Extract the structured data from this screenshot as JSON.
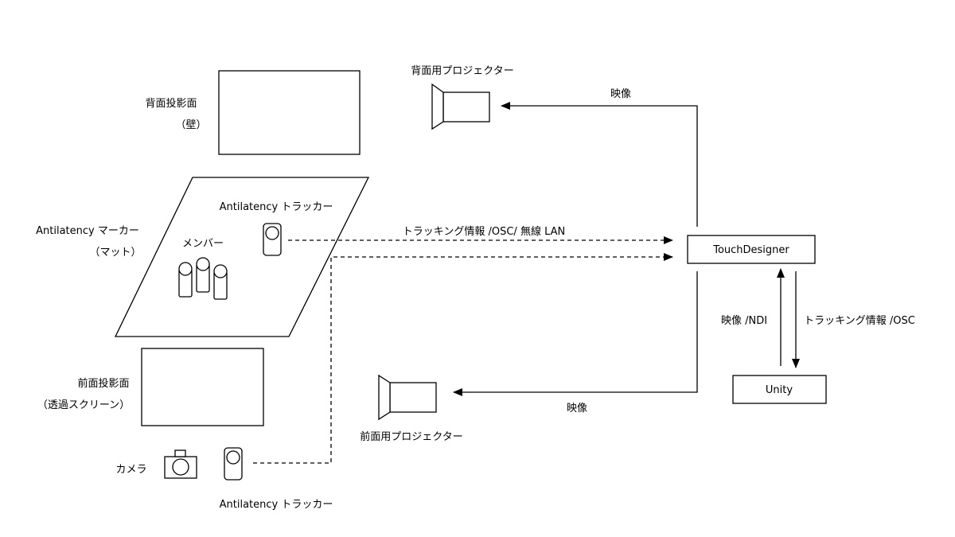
{
  "labels": {
    "rear_surface_line1": "背面投影面",
    "rear_surface_line2": "（壁）",
    "rear_projector": "背面用プロジェクター",
    "marker_line1": "Antilatency マーカー",
    "marker_line2": "（マット）",
    "tracker_top": "Antilatency トラッカー",
    "members": "メンバー",
    "front_surface_line1": "前面投影面",
    "front_surface_line2": "（透過スクリーン）",
    "front_projector": "前面用プロジェクター",
    "camera": "カメラ",
    "tracker_bottom": "Antilatency トラッカー"
  },
  "nodes": {
    "touchdesigner": "TouchDesigner",
    "unity": "Unity"
  },
  "edges": {
    "to_rear_projector": "映像",
    "tracking_lan": "トラッキング情報 /OSC/ 無線 LAN",
    "to_front_projector": "映像",
    "unity_to_td": "映像 /NDI",
    "td_to_unity": "トラッキング情報 /OSC"
  }
}
